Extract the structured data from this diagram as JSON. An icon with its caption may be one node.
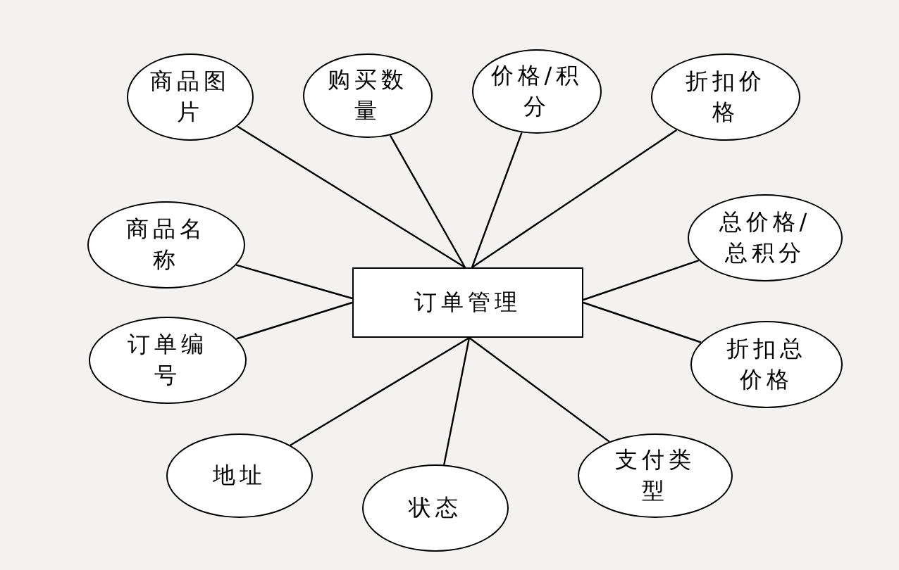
{
  "diagram": {
    "nodes": [
      {
        "text": [
          "商品图片"
        ]
      },
      {
        "text": [
          "购买数量"
        ]
      },
      {
        "text": [
          "价格/积分"
        ]
      },
      {
        "text": [
          "折扣价格"
        ]
      },
      {
        "text": [
          "商品名称"
        ]
      },
      {
        "text": [
          "总价格/总积分"
        ]
      },
      {
        "text": [
          "订单管理"
        ]
      },
      {
        "text": [
          "订单编号"
        ]
      },
      {
        "text": [
          "折扣总价格"
        ]
      },
      {
        "text": [
          "地址"
        ]
      },
      {
        "text": [
          "支付类型"
        ]
      },
      {
        "text": [
          "状态"
        ]
      }
    ],
    "edges": [
      {
        "from": 6,
        "to": 0,
        "arrow": "none"
      },
      {
        "from": 6,
        "to": 1,
        "arrow": "none"
      },
      {
        "from": 6,
        "to": 2,
        "arrow": "none"
      },
      {
        "from": 6,
        "to": 3,
        "arrow": "none"
      },
      {
        "from": 6,
        "to": 4,
        "arrow": "none"
      },
      {
        "from": 6,
        "to": 5,
        "arrow": "none"
      },
      {
        "from": 6,
        "to": 7,
        "arrow": "none"
      },
      {
        "from": 6,
        "to": 8,
        "arrow": "none"
      },
      {
        "from": 6,
        "to": 9,
        "arrow": "none"
      },
      {
        "from": 6,
        "to": 10,
        "arrow": "none"
      },
      {
        "from": 6,
        "to": 11,
        "arrow": "none"
      }
    ]
  }
}
